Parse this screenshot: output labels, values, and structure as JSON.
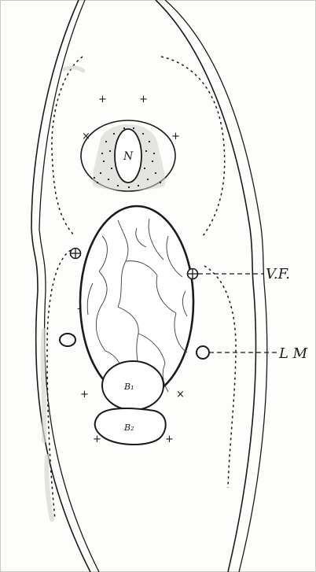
{
  "figure": {
    "labels": {
      "vf": "V.F.",
      "lm": "L M",
      "n": "N",
      "b1": "B₁",
      "b2": "B₂"
    },
    "colors": {
      "ink": "#1a1a1a",
      "paper": "#fdfdfb"
    }
  }
}
